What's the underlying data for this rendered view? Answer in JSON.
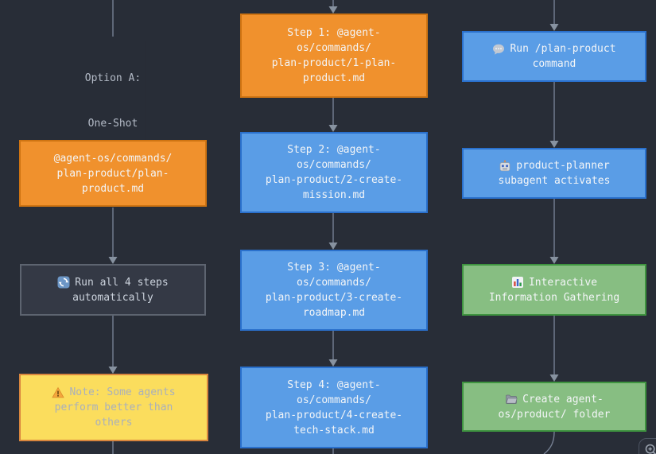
{
  "palette": {
    "background": "#282d37",
    "edge": "#768093",
    "orange_fill": "#f0912d",
    "orange_border": "#cf7412",
    "blue_fill": "#5a9de6",
    "blue_border": "#2a70cc",
    "green_fill": "#87be82",
    "green_border": "#3f9440",
    "dark_fill": "#343945",
    "dark_border": "#5d6470",
    "yellow_fill": "#fbdd5d",
    "yellow_border": "#d9863e",
    "yellow_text": "#a9b0bc",
    "label_text": "#b4bbc7"
  },
  "edge_label": {
    "lines": [
      "Option A:",
      "One-Shot"
    ]
  },
  "nodes": {
    "one_shot_file": {
      "lines": [
        "@agent-os/commands/",
        "plan-product/plan-",
        "product.md"
      ]
    },
    "run_all_steps": {
      "icon": "refresh-icon",
      "lines": [
        "Run all 4 steps",
        "automatically"
      ]
    },
    "note_agents": {
      "icon": "warning-icon",
      "lines": [
        "Note: Some agents",
        "perform better than",
        "others"
      ]
    },
    "step1": {
      "lines": [
        "Step 1: @agent-",
        "os/commands/",
        "plan-product/1-plan-",
        "product.md"
      ]
    },
    "step2": {
      "lines": [
        "Step 2: @agent-",
        "os/commands/",
        "plan-product/2-create-",
        "mission.md"
      ]
    },
    "step3": {
      "lines": [
        "Step 3: @agent-",
        "os/commands/",
        "plan-product/3-create-",
        "roadmap.md"
      ]
    },
    "step4": {
      "lines": [
        "Step 4: @agent-",
        "os/commands/",
        "plan-product/4-create-",
        "tech-stack.md"
      ]
    },
    "run_command": {
      "icon": "speech-balloon-icon",
      "lines": [
        "Run /plan-product",
        "command"
      ]
    },
    "subagent": {
      "icon": "robot-icon",
      "lines": [
        "product-planner",
        "subagent activates"
      ]
    },
    "gathering": {
      "icon": "bar-chart-icon",
      "lines": [
        "Interactive",
        "Information Gathering"
      ]
    },
    "create_folder": {
      "icon": "folder-icon",
      "lines": [
        "Create agent-",
        "os/product/ folder"
      ]
    }
  },
  "controls": {
    "zoom_in_icon": "magnifier-plus"
  }
}
